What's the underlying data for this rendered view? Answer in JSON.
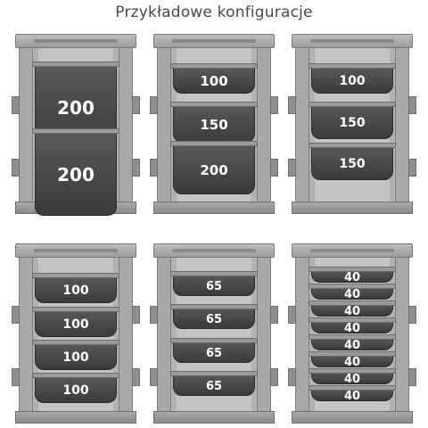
{
  "title": "Przykładowe konfiguracje",
  "configurations": [
    {
      "trays": [
        "200",
        "200"
      ]
    },
    {
      "trays": [
        "100",
        "150",
        "200"
      ]
    },
    {
      "trays": [
        "100",
        "150",
        "150"
      ]
    },
    {
      "trays": [
        "100",
        "100",
        "100",
        "100"
      ]
    },
    {
      "trays": [
        "65",
        "65",
        "65",
        "65"
      ]
    },
    {
      "trays": [
        "40",
        "40",
        "40",
        "40",
        "40",
        "40",
        "40",
        "40"
      ]
    }
  ],
  "colors": {
    "frame": "#a8a8a8",
    "tray": "#454545",
    "label": "#ffffff"
  }
}
